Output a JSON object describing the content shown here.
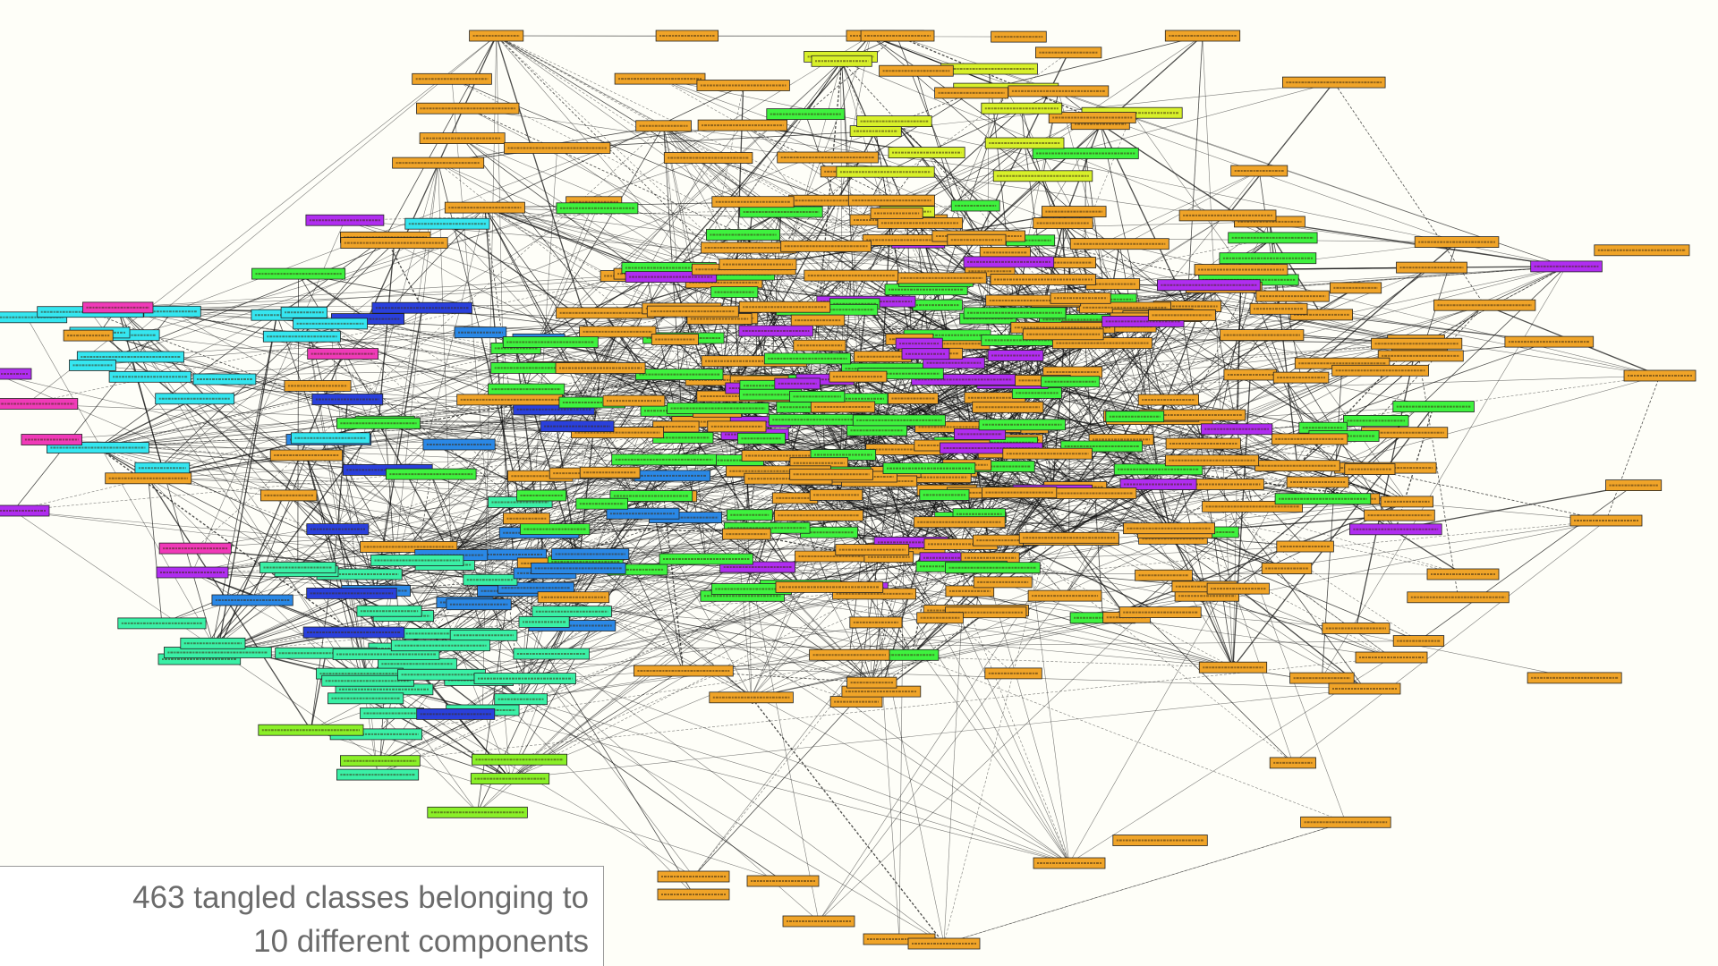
{
  "caption": {
    "line1": "463 tangled classes belonging to",
    "line2": "10 different components"
  },
  "graph": {
    "class_count": 463,
    "component_count": 10,
    "component_colors": [
      "#f0a428",
      "#3ef23e",
      "#b02df0",
      "#35e6f0",
      "#d8f02a",
      "#2a88e6",
      "#2a40dc",
      "#f03ab8",
      "#3af0a6",
      "#8af028"
    ],
    "edge_color": "#111111"
  }
}
